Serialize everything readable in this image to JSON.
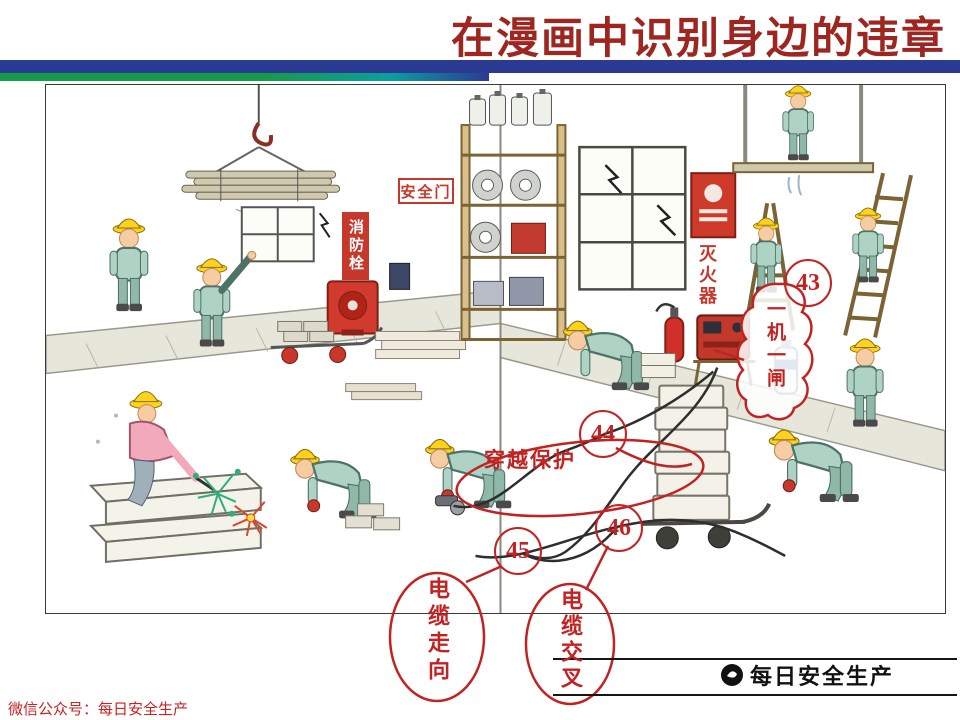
{
  "slide": {
    "title": "在漫画中识别身边的违章",
    "footer": {
      "wechat_label": "微信公众号：每日安全生产",
      "brand": "每日安全生产"
    }
  },
  "scene_signs": {
    "safety_door": "安全门",
    "fire_hydrant": "消防栓",
    "fire_extinguisher": "灭火器"
  },
  "annotations": {
    "a43": {
      "number": "43",
      "label": "一机一闸"
    },
    "a44": {
      "number": "44",
      "label": "穿越保护"
    },
    "a45": {
      "number": "45",
      "label": "电缆走向"
    },
    "a46": {
      "number": "46",
      "label": "电缆交叉"
    }
  },
  "colors": {
    "title_red": "#9e2620",
    "annotation_red": "#c32222",
    "bar_blue": "#2b3a92",
    "bar_green": "#169b4e"
  }
}
